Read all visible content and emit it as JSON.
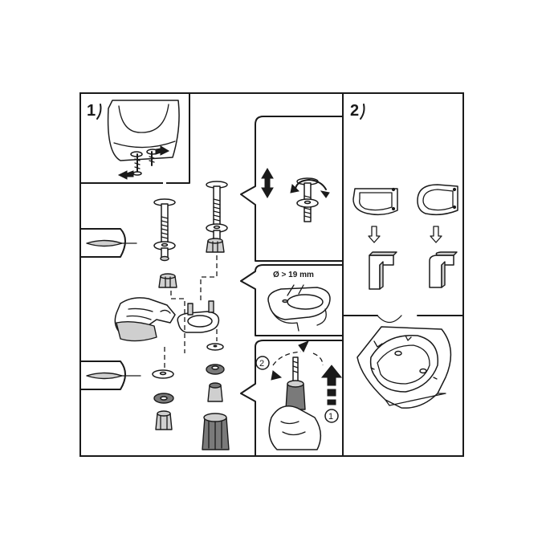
{
  "diagram": {
    "step1_label": "1",
    "step2_label": "2",
    "diameter_label": "Ø > 19 mm",
    "order_label_1": "1",
    "order_label_2": "2"
  },
  "colors": {
    "line": "#1a1a1a",
    "light_fill": "#cfcfcf",
    "dark_fill": "#7a7a7a",
    "background": "#ffffff"
  }
}
